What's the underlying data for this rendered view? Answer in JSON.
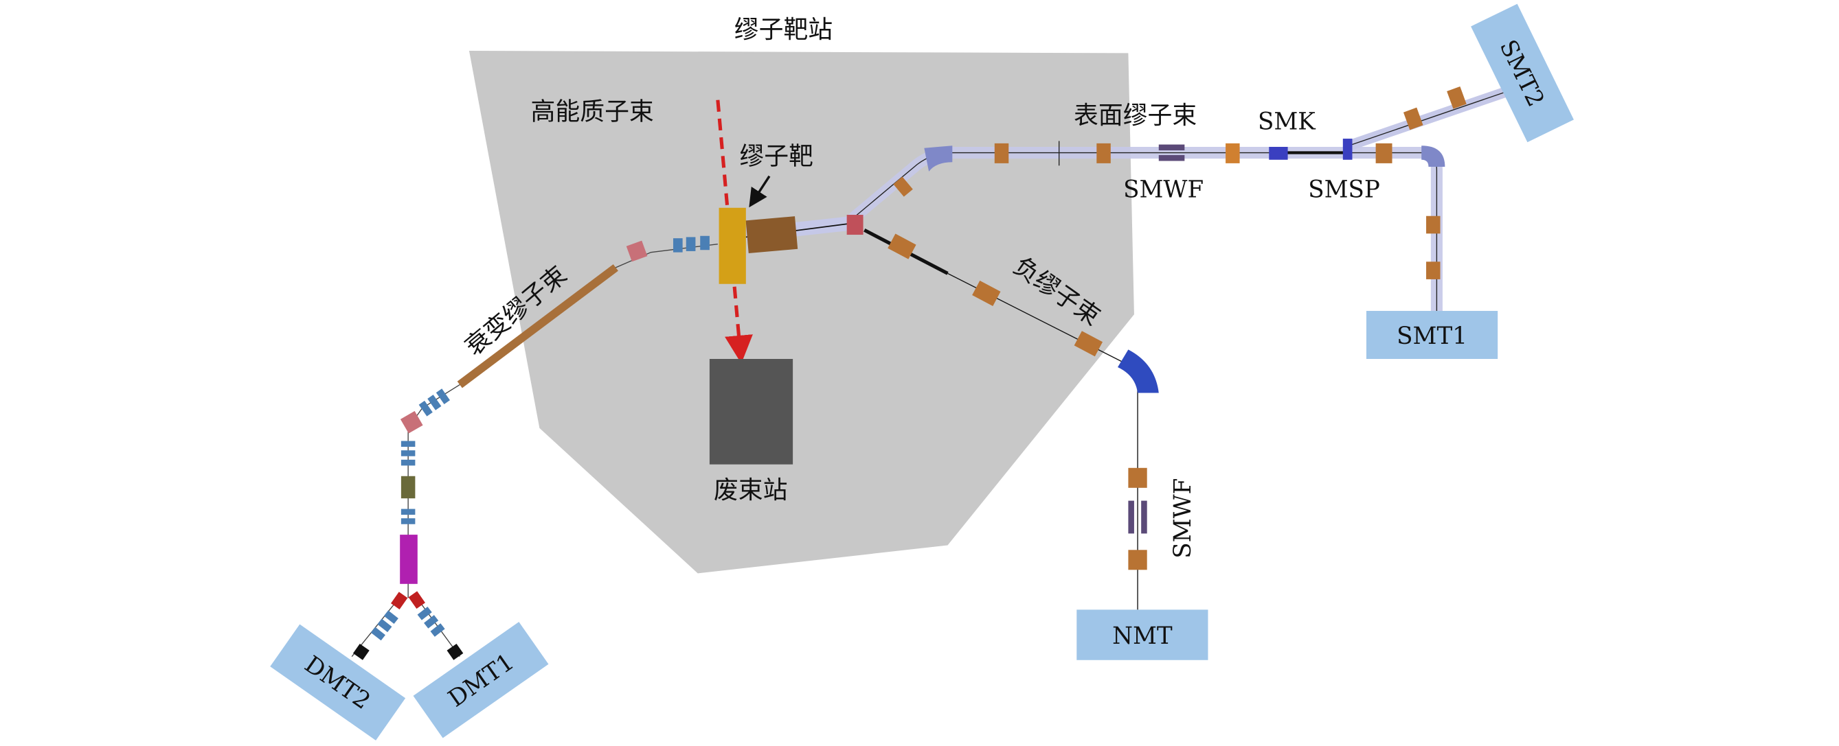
{
  "title": "缪子靶站",
  "labels": {
    "proton_beam": "高能质子束",
    "muon_target": "缪子靶",
    "beam_dump": "废束站",
    "surface_muon_beam": "表面缪子束",
    "negative_muon_beam": "负缪子束",
    "decay_muon_beam": "衰变缪子束",
    "smk": "SMK",
    "smwf_surface": "SMWF",
    "smsp": "SMSP",
    "smwf_negative": "SMWF"
  },
  "terminals": {
    "smt1": "SMT1",
    "smt2": "SMT2",
    "nmt": "NMT",
    "dmt1": "DMT1",
    "dmt2": "DMT2"
  },
  "colors": {
    "station": "#c8c8c8",
    "target": "#d4a017",
    "dump": "#555555",
    "terminal": "#9fc5e8",
    "quad": "#b87333",
    "bend": "#3a4fc0",
    "proton": "#d62020"
  }
}
